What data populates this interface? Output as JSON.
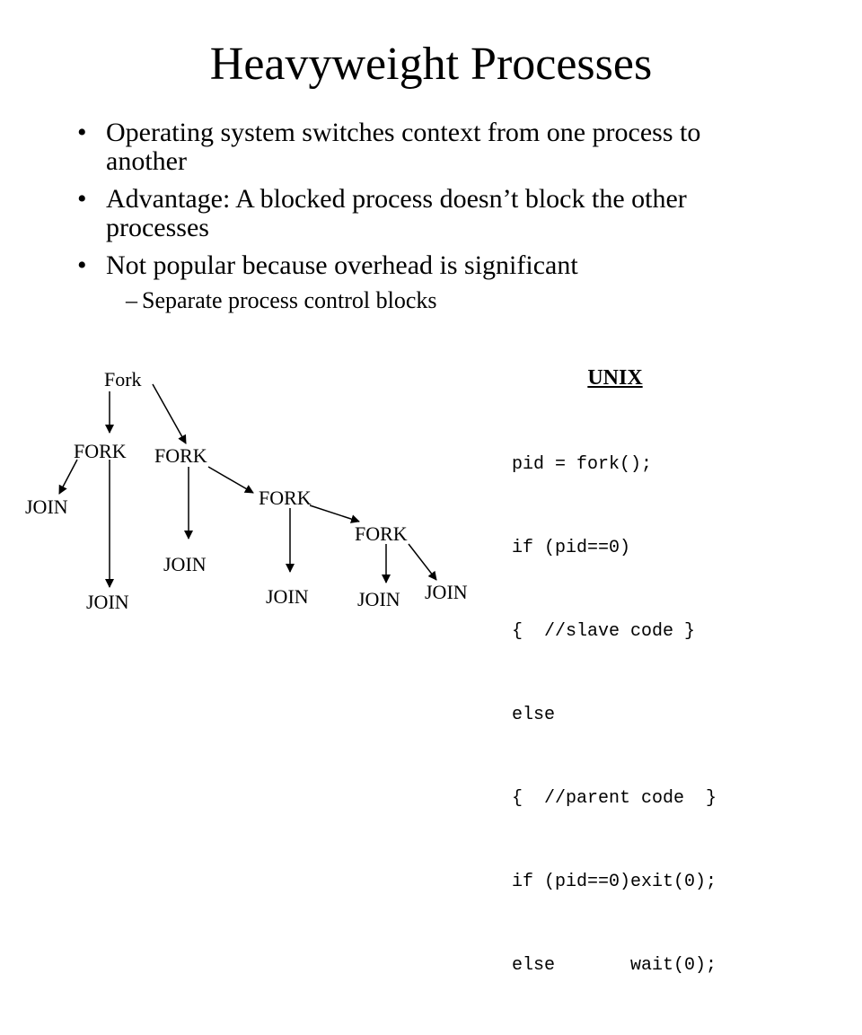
{
  "title": "Heavyweight Processes",
  "bullets": [
    {
      "text": "Operating system switches context from one process to another"
    },
    {
      "text": "Advantage: A blocked process doesn’t block the other processes"
    },
    {
      "text": "Not popular because overhead is significant"
    }
  ],
  "sub_bullets": [
    {
      "text": "Separate process control blocks"
    }
  ],
  "diagram": {
    "root_label": "Fork",
    "fork_label": "FORK",
    "join_label": "JOIN"
  },
  "unix": {
    "title": "UNIX",
    "code_lines": [
      "pid = fork();",
      "if (pid==0)",
      "{  //slave code }",
      "else",
      "{  //parent code  }",
      "if (pid==0)exit(0);",
      "else       wait(0);"
    ]
  }
}
